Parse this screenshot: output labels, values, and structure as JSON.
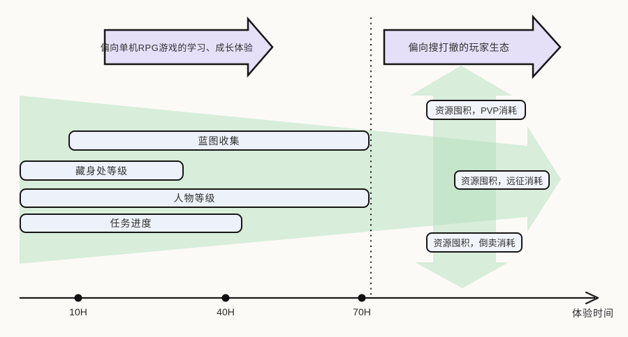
{
  "diagram": {
    "phase_banners": {
      "left": "偏向单机RPG游戏的学习、成长体验",
      "right": "偏向搜打撤的玩家生态"
    },
    "progress_tracks": [
      "蓝图收集",
      "藏身处等级",
      "人物等级",
      "任务进度"
    ],
    "endgame_loops": [
      "资源囤积，PVP消耗",
      "资源囤积，远征消耗",
      "资源囤积，倒卖消耗"
    ],
    "timeline": {
      "ticks": [
        "10H",
        "40H",
        "70H"
      ],
      "axis_label": "体验时间"
    },
    "colors": {
      "banner_fill": "#e6dff8",
      "outline": "#161616",
      "green_arrow": "#b3e0bd",
      "box_fill": "#edf1f9",
      "background": "#fcfaf7"
    }
  }
}
